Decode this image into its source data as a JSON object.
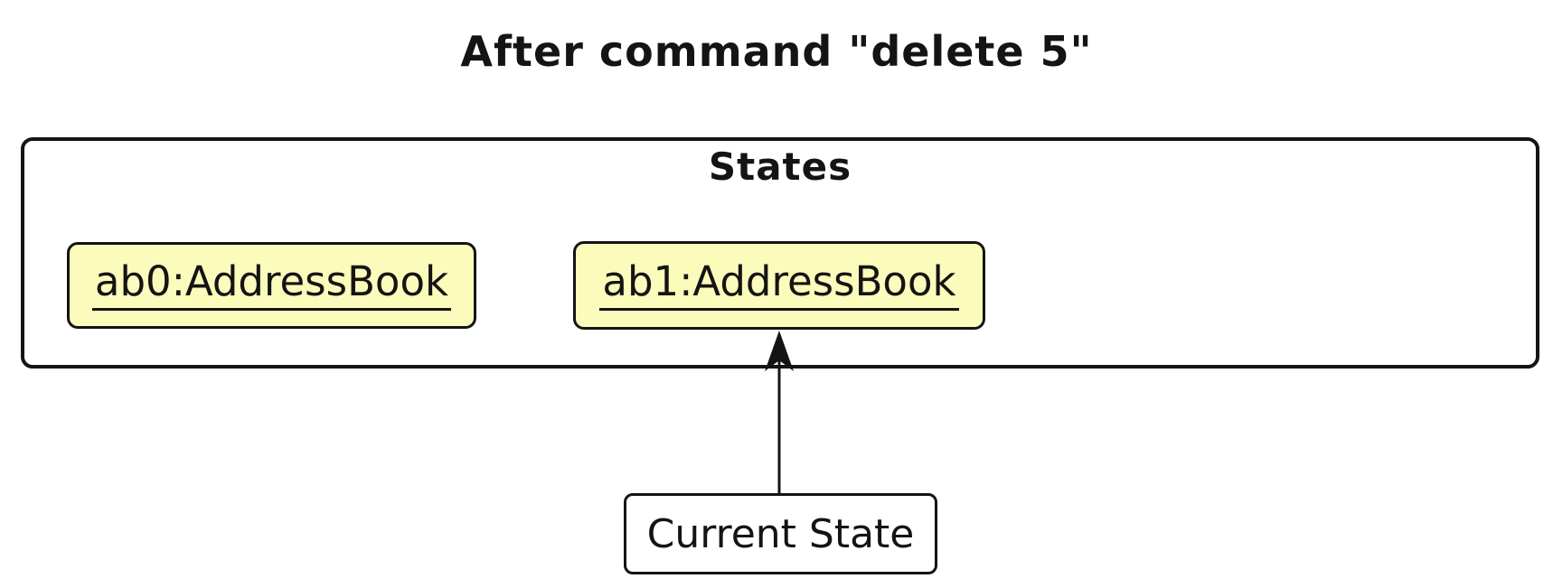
{
  "title": "After command \"delete 5\"",
  "states_group": {
    "label": "States",
    "nodes": [
      {
        "id": "ab0",
        "label": "ab0:AddressBook"
      },
      {
        "id": "ab1",
        "label": "ab1:AddressBook"
      }
    ]
  },
  "current_state": {
    "label": "Current State",
    "points_to": "ab1:AddressBook"
  },
  "colors": {
    "node_fill": "#FBFBBB",
    "line": "#141414",
    "text": "#141414",
    "background": "#FFFFFF"
  }
}
